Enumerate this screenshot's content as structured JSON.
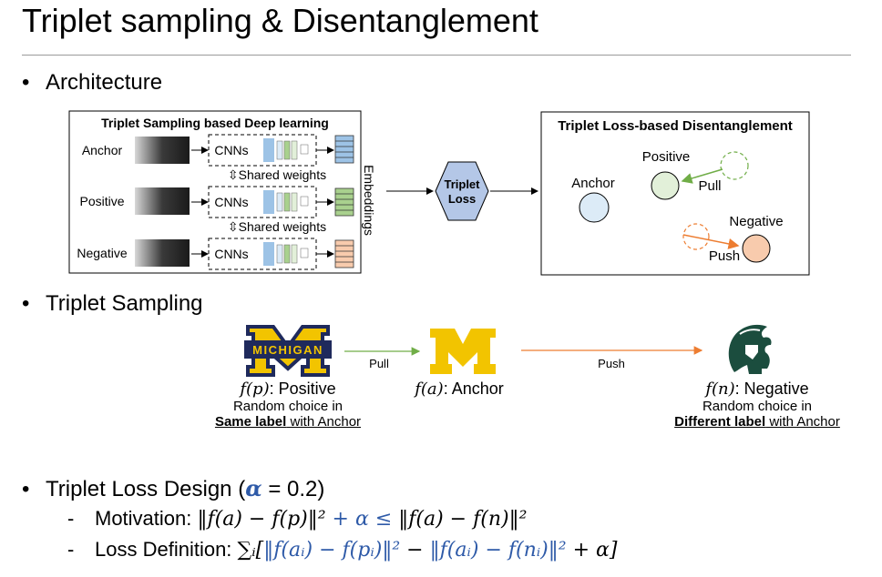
{
  "title": "Triplet sampling & Disentanglement",
  "bullets": {
    "architecture": "Architecture",
    "sampling": "Triplet Sampling",
    "loss_design_prefix": "Triplet Loss Design (",
    "alpha_symbol": "α",
    "loss_design_suffix": " = 0.2)"
  },
  "architecture": {
    "left_title": "Triplet Sampling based Deep learning",
    "rows": [
      "Anchor",
      "Positive",
      "Negative"
    ],
    "cnn_label": "CNNs",
    "shared_weights": "Shared weights",
    "embeddings_label": "Embeddings",
    "hex_label_1": "Triplet",
    "hex_label_2": "Loss",
    "right_title": "Triplet Loss-based Disentanglement",
    "right_labels": {
      "anchor": "Anchor",
      "positive": "Positive",
      "pull": "Pull",
      "negative": "Negative",
      "push": "Push"
    },
    "colors": {
      "anchor_fill": "#dcebf7",
      "positive_fill": "#e2f0d9",
      "negative_fill": "#f8cbad",
      "pull_arrow": "#70ad47",
      "push_arrow": "#ed7d31",
      "hex_fill": "#b4c7e7"
    }
  },
  "sampling": {
    "michigan_text": "MICHIGAN",
    "pull": "Pull",
    "push": "Push",
    "positive_func": "f(p)",
    "positive_label": ": Positive",
    "positive_desc": "Random choice in",
    "positive_emph": "Same label",
    "positive_tail": " with Anchor",
    "anchor_func": "f(a)",
    "anchor_label": ": Anchor",
    "negative_func": "f(n)",
    "negative_label": ": Negative",
    "negative_desc": "Random choice in",
    "negative_emph": "Different label",
    "negative_tail": " with Anchor",
    "colors": {
      "maize": "#f2c400",
      "blue": "#1f2a5c",
      "green": "#1b4d3e"
    }
  },
  "loss": {
    "dash": "-",
    "motivation_label": "Motivation: ",
    "motivation_lhs": "‖f(a) − f(p)‖²",
    "motivation_plus": " + α ≤ ",
    "motivation_rhs": "‖f(a) − f(n)‖²",
    "definition_label": "Loss Definition: ",
    "definition_sum": "∑ᵢ[",
    "definition_t1": "‖f(aᵢ) − f(pᵢ)‖²",
    "definition_minus": " − ",
    "definition_t2": "‖f(aᵢ) − f(nᵢ)‖²",
    "definition_tail": " + α]"
  }
}
